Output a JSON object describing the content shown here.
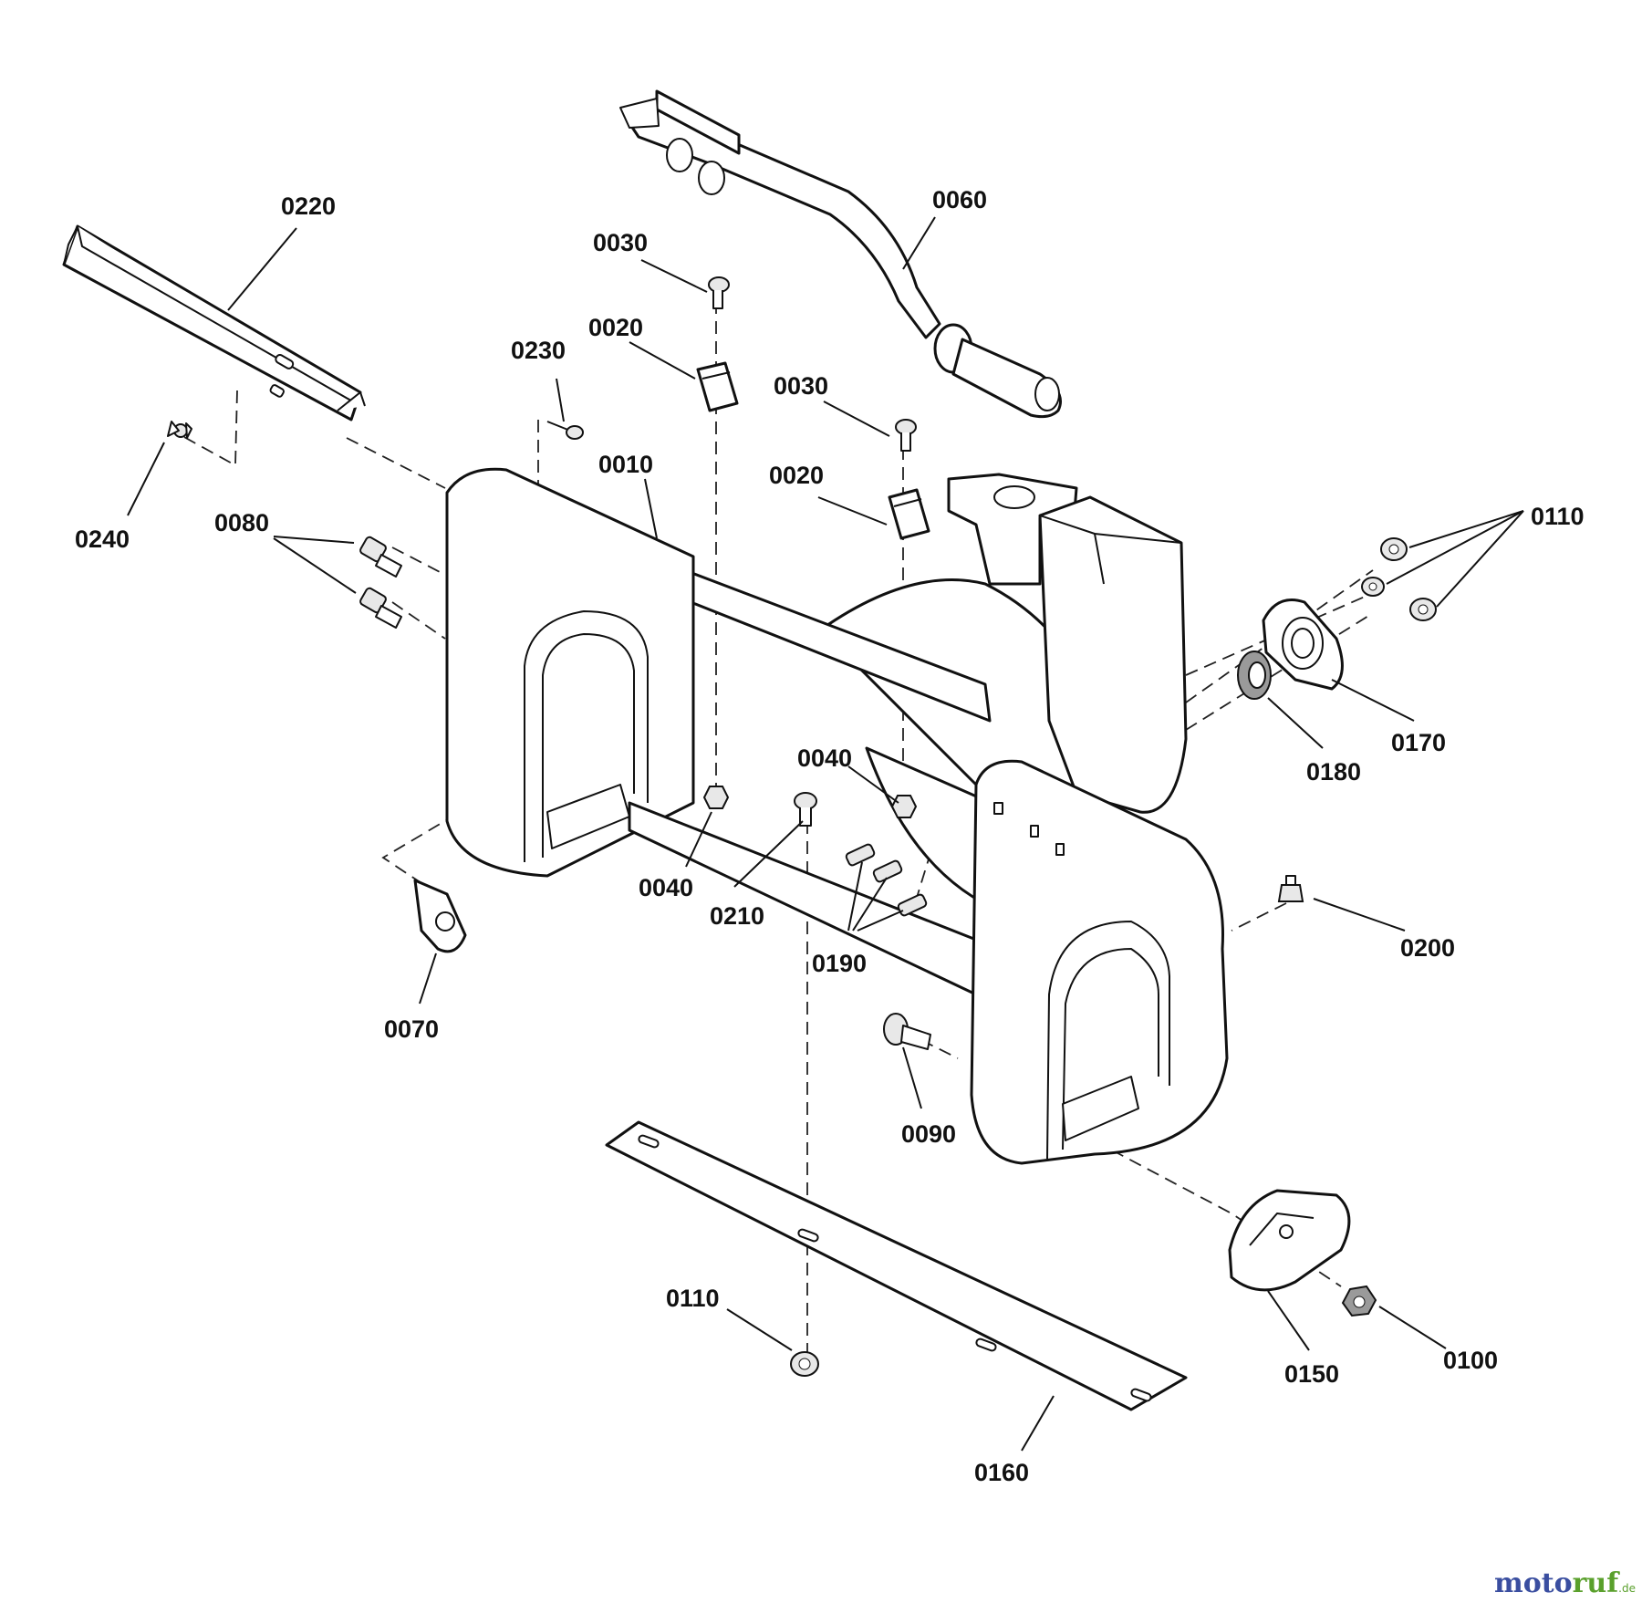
{
  "labels": {
    "p0010": "0010",
    "p0020a": "0020",
    "p0020b": "0020",
    "p0030a": "0030",
    "p0030b": "0030",
    "p0040a": "0040",
    "p0040b": "0040",
    "p0060": "0060",
    "p0070": "0070",
    "p0080": "0080",
    "p0090": "0090",
    "p0100": "0100",
    "p0110a": "0110",
    "p0110b": "0110",
    "p0150": "0150",
    "p0160": "0160",
    "p0170": "0170",
    "p0180": "0180",
    "p0190": "0190",
    "p0200": "0200",
    "p0210": "0210",
    "p0220": "0220",
    "p0230": "0230",
    "p0240": "0240"
  },
  "watermark": {
    "part1": "moto",
    "part2": "ruf",
    "suffix": ".de"
  },
  "colors": {
    "line": "#111111",
    "watermark_blue": "#3a4ea0",
    "watermark_green": "#5aa02c"
  }
}
